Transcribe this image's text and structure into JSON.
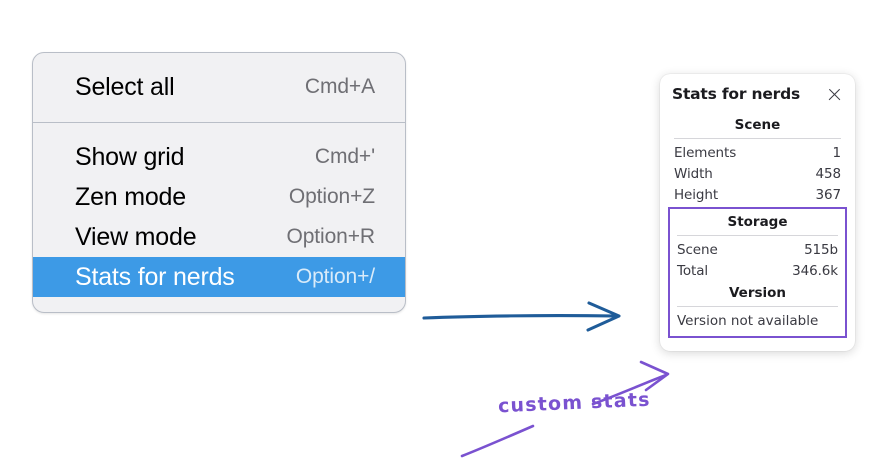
{
  "context_menu": {
    "name": "Context menu",
    "groups": [
      {
        "items": [
          {
            "label": "Select all",
            "shortcut": "Cmd+A",
            "selected": false
          }
        ]
      },
      {
        "items": [
          {
            "label": "Show grid",
            "shortcut": "Cmd+'",
            "selected": false
          },
          {
            "label": "Zen mode",
            "shortcut": "Option+Z",
            "selected": false
          },
          {
            "label": "View mode",
            "shortcut": "Option+R",
            "selected": false
          },
          {
            "label": "Stats for nerds",
            "shortcut": "Option+/",
            "selected": true
          }
        ]
      }
    ]
  },
  "stats_panel": {
    "title": "Stats for nerds",
    "close_icon": "close-icon",
    "scene": {
      "heading": "Scene",
      "rows": [
        {
          "key": "Elements",
          "value": "1"
        },
        {
          "key": "Width",
          "value": "458"
        },
        {
          "key": "Height",
          "value": "367"
        }
      ]
    },
    "storage": {
      "heading": "Storage",
      "rows": [
        {
          "key": "Scene",
          "value": "515b"
        },
        {
          "key": "Total",
          "value": "346.6k"
        }
      ]
    },
    "version": {
      "heading": "Version",
      "text": "Version not available"
    }
  },
  "annotations": {
    "handwritten_note": "custom stats",
    "blue_arrow_name": "blue-arrow-pointing-right",
    "purple_arrow_name": "purple-arrow-pointing-to-custom-stats"
  },
  "colors": {
    "menu_background": "#f1f1f3",
    "menu_border": "#b9bec7",
    "selection_blue": "#3d9ae6",
    "shortcut_gray": "#6f6f74",
    "annotation_purple": "#7a52d0",
    "arrow_blue": "#1f5c99",
    "panel_white": "#ffffff"
  }
}
